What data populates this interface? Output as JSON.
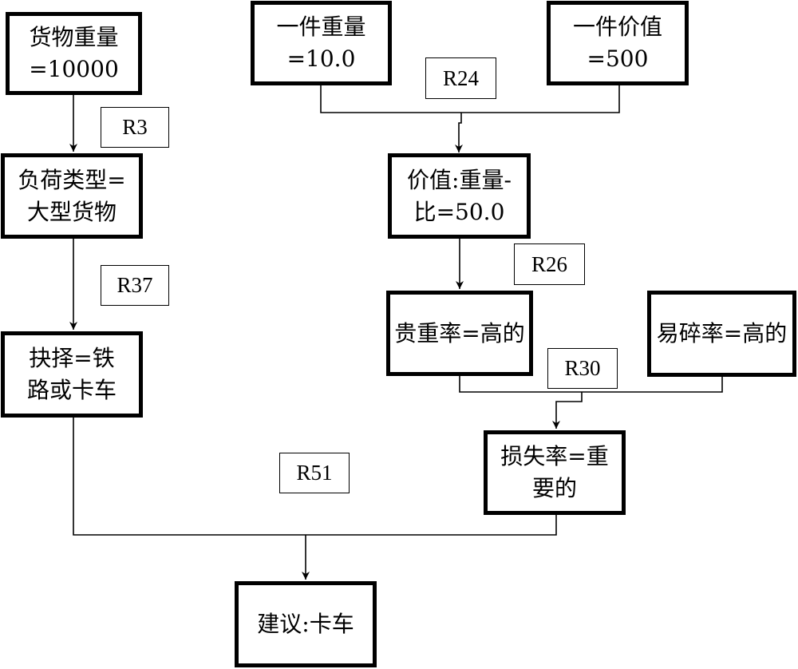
{
  "nodes": {
    "cargo_weight": {
      "line1": "货物重量",
      "line2": "=10000"
    },
    "load_type": {
      "line1": "负荷类型=",
      "line2": "大型货物"
    },
    "choice": {
      "line1": "抉择=铁",
      "line2": "路或卡车"
    },
    "unit_weight": {
      "line1": "一件重量",
      "line2": "=10.0"
    },
    "unit_value": {
      "line1": "一件价值",
      "line2": "=500"
    },
    "value_weight_ratio": {
      "line1": "价值:重量-",
      "line2": "比=50.0"
    },
    "preciousness": {
      "line1": "贵重率=高的"
    },
    "fragility": {
      "line1": "易碎率=高的"
    },
    "loss_rate": {
      "line1": "损失率=重",
      "line2": "要的"
    },
    "recommendation": {
      "line1": "建议:卡车"
    }
  },
  "rules": {
    "r3": "R3",
    "r37": "R37",
    "r24": "R24",
    "r26": "R26",
    "r30": "R30",
    "r51": "R51"
  },
  "colors": {
    "stroke": "#000000",
    "background": "#ffffff"
  }
}
